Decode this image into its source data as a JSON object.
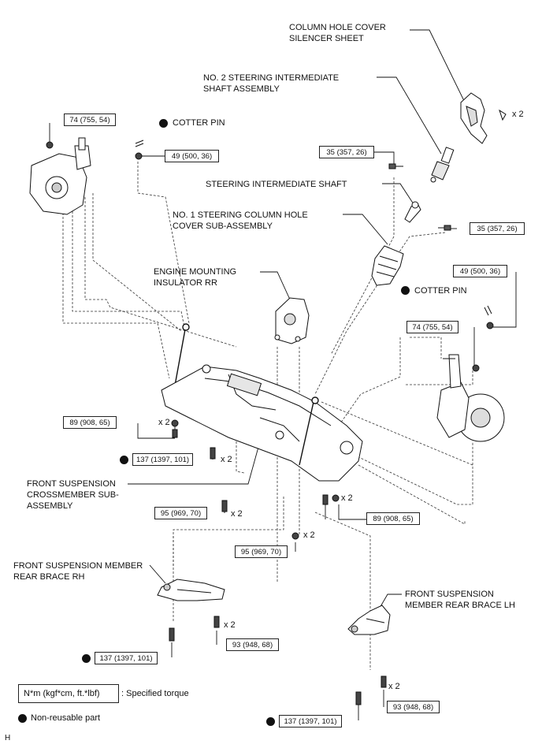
{
  "labels": {
    "column_hole_cover_silencer": [
      "COLUMN HOLE COVER",
      "SILENCER SHEET"
    ],
    "no2_steering_shaft": [
      "NO. 2 STEERING INTERMEDIATE",
      "SHAFT ASSEMBLY"
    ],
    "steering_intermediate_shaft": "STEERING INTERMEDIATE SHAFT",
    "no1_column_hole_cover": [
      "NO. 1 STEERING COLUMN HOLE",
      "COVER SUB-ASSEMBLY"
    ],
    "engine_mounting_insulator": [
      "ENGINE MOUNTING",
      "INSULATOR RR"
    ],
    "cotter_pin": "COTTER PIN",
    "front_suspension_crossmember": [
      "FRONT SUSPENSION",
      "CROSSMEMBER SUB-",
      "ASSEMBLY"
    ],
    "rear_brace_rh": [
      "FRONT SUSPENSION MEMBER",
      "REAR BRACE RH"
    ],
    "rear_brace_lh": [
      "FRONT SUSPENSION",
      "MEMBER REAR BRACE LH"
    ]
  },
  "torques": {
    "t74": "74 (755, 54)",
    "t49": "49 (500, 36)",
    "t35": "35 (357, 26)",
    "t89": "89 (908, 65)",
    "t137": "137 (1397, 101)",
    "t95": "95 (969, 70)",
    "t93": "93 (948, 68)"
  },
  "quantities": {
    "x2": "x 2"
  },
  "legend": {
    "torque_box": "N*m (kgf*cm, ft.*lbf)",
    "torque_text": ": Specified torque",
    "nonreusable_text": "Non-reusable part"
  },
  "corner_mark": "H"
}
